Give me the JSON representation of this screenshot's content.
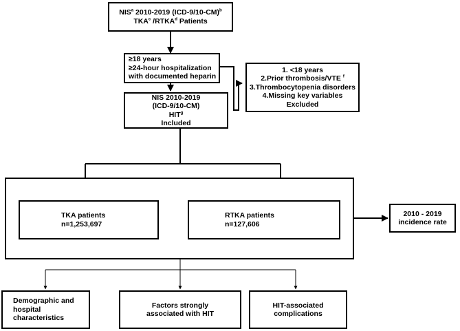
{
  "boxes": {
    "source": {
      "line1": {
        "a": "NIS",
        "sup_a": "a",
        "b": " 2010-2019 (ICD-9/10-CM)",
        "sup_b": "b"
      },
      "line2": {
        "a": "TKA",
        "sup_a": "c",
        "b": " /RTKA",
        "sup_b": "d",
        "c": " Patients"
      }
    },
    "inclusion": {
      "lines": [
        "≥18 years",
        "≥24-hour hospitalization",
        "with documented heparin"
      ]
    },
    "exclusion": {
      "lines": [
        "1. <18 years",
        "2.Prior thrombosis/VTE",
        "3.Thrombocytopenia disorders",
        "4.Missing key variables",
        "Excluded"
      ],
      "sup_vte": "f"
    },
    "hit": {
      "lines": [
        "NIS 2010-2019",
        "(ICD-9/10-CM)",
        "HIT",
        "Included"
      ],
      "sup_hit": "g"
    },
    "tka": {
      "lines": [
        "TKA patients",
        "n=1,253,697"
      ]
    },
    "rtka": {
      "lines": [
        "RTKA patients",
        "n=127,606"
      ]
    },
    "incidence": {
      "lines": [
        "2010 - 2019",
        "incidence rate"
      ]
    },
    "demographic": {
      "lines": [
        "Demographic and",
        "hospital",
        "characteristics"
      ]
    },
    "factors": {
      "lines": [
        "Factors strongly",
        "associated with HIT"
      ]
    },
    "complications": {
      "lines": [
        "HIT-associated",
        "complications"
      ]
    }
  }
}
